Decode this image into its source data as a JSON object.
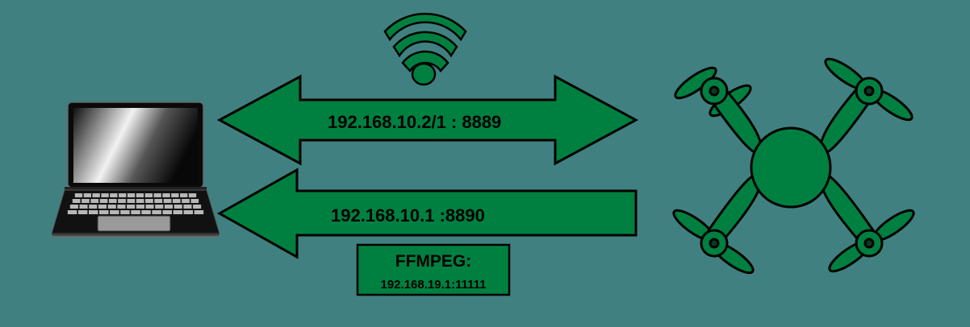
{
  "colors": {
    "background": "#408080",
    "accent_green": "#008040",
    "outline": "#000000"
  },
  "links": {
    "command_link": "192.168.10.2/1 : 8889",
    "video_link": "192.168.10.1 :8890"
  },
  "ffmpeg_box": {
    "title": "FFMPEG:",
    "address": "192.168.19.1:11111"
  },
  "icons": {
    "laptop": "laptop-icon",
    "wifi": "wifi-icon",
    "drone": "drone-icon"
  }
}
